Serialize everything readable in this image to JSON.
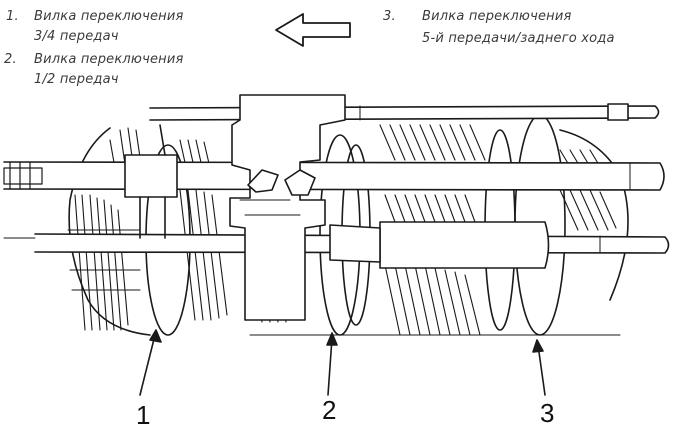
{
  "captions": {
    "c1": {
      "num": "1.",
      "line1": "Вилка переключения",
      "line2": "3/4 передач"
    },
    "c2": {
      "num": "2.",
      "line1": "Вилка переключения",
      "line2": "1/2 передач"
    },
    "c3": {
      "num": "3.",
      "line1": "Вилка переключения",
      "line2": "5-й передачи/заднего хода"
    }
  },
  "callouts": {
    "n1": "1",
    "n2": "2",
    "n3": "3"
  },
  "colors": {
    "ink": "#1a1a1a",
    "paper": "#ffffff"
  }
}
